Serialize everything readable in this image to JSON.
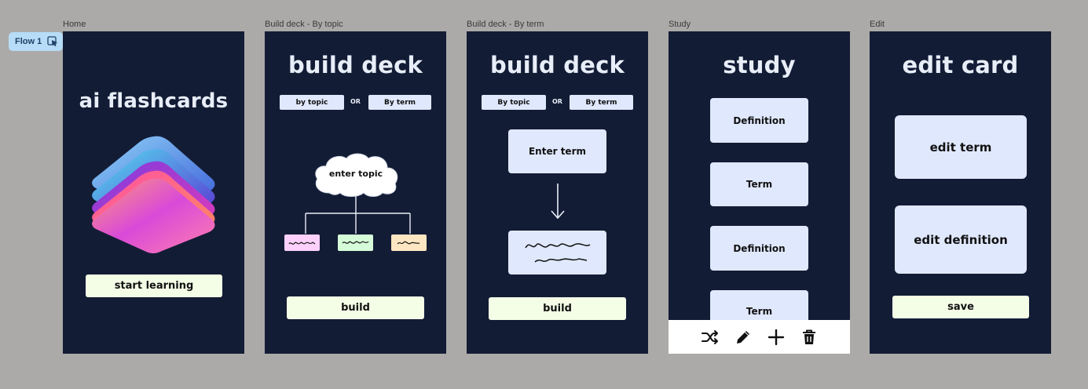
{
  "flow_badge": "Flow 1",
  "frames": {
    "home": {
      "label": "Home",
      "title": "ai flashcards",
      "cta": "start learning"
    },
    "topic": {
      "label": "Build deck - By topic",
      "title": "build deck",
      "seg_left": "by topic",
      "or": "OR",
      "seg_right": "By term",
      "cloud": "enter topic",
      "cta": "build"
    },
    "term": {
      "label": "Build deck - By term",
      "title": "build deck",
      "seg_left": "By topic",
      "or": "OR",
      "seg_right": "By term",
      "input": "Enter term",
      "cta": "build"
    },
    "study": {
      "label": "Study",
      "title": "study",
      "cards": [
        "Definition",
        "Term",
        "Definition",
        "Term"
      ]
    },
    "edit": {
      "label": "Edit",
      "title": "edit card",
      "term_card": "edit term",
      "definition_card": "edit definition",
      "cta": "save"
    }
  },
  "colors": {
    "canvas": "#abaaa8",
    "frame_bg": "#131c35",
    "card_bg": "#e0e8fd",
    "cta_bg": "#f4fde6",
    "topic_colors": [
      "#fdd1fb",
      "#d5fbd8",
      "#fde6c2"
    ]
  },
  "icons": [
    "shuffle-icon",
    "pencil-icon",
    "plus-icon",
    "trash-icon"
  ]
}
